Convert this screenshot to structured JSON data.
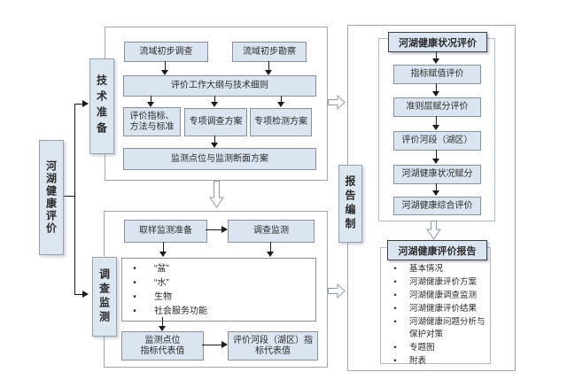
{
  "palette": {
    "box_fill": "#dbe5f1",
    "box_border": "#8a919c",
    "group_border": "#a6a6a6",
    "header_border": "#3f3f3f",
    "arrow": "#1a1a1a"
  },
  "root_label": "河湖健康评价",
  "stage_labels": {
    "tech_prep": "技术准备",
    "survey": "调查监测",
    "report": "报告编制"
  },
  "tech_prep": {
    "preliminary_survey": "流域初步调查",
    "preliminary_recon": "流域初步勘察",
    "work_outline": "评价工作大纲与技术细则",
    "indicators_methods": "评价指标、\n方法与标准",
    "special_survey_plan": "专项调查方案",
    "special_test_plan": "专项检测方案",
    "monitoring_plan": "监测点位与监测断面方案"
  },
  "survey": {
    "sampling_prep": "取样监测准备",
    "survey_monitoring": "调查监测",
    "aspects": [
      "“盆”",
      "“水”",
      "生物",
      "社会服务功能"
    ],
    "site_values": "监测点位\n指标代表值",
    "reach_values": "评价河段（湖区）指\n标代表值"
  },
  "evaluation": {
    "header": "河湖健康状况评价",
    "steps": [
      "指标赋值评价",
      "准则层赋分评价",
      "评价河段（湖区）",
      "河湖健康状况赋分",
      "河湖健康综合评价"
    ]
  },
  "report": {
    "header": "河湖健康评价报告",
    "contents": [
      "基本情况",
      "河湖健康评价方案",
      "河湖健康调查监测",
      "河湖健康评价结果",
      "河湖健康问题分析与保护对策",
      "专题图",
      "附表"
    ]
  }
}
